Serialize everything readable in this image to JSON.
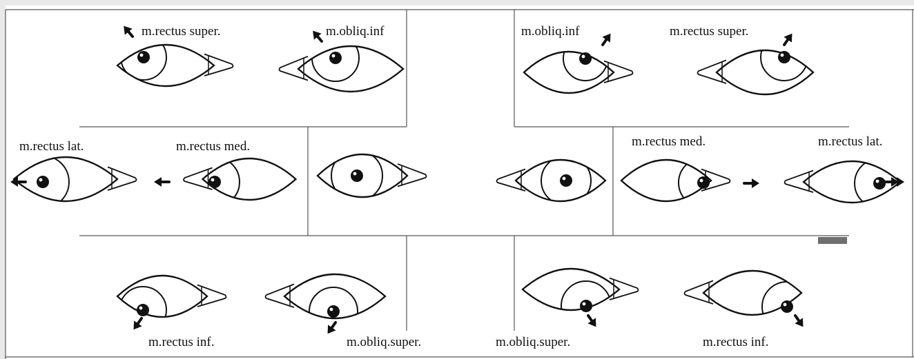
{
  "labels": {
    "top_left_a": "m.rectus super.",
    "top_left_b": "m.obliq.inf",
    "top_right_a": "m.obliq.inf",
    "top_right_b": "m.rectus super.",
    "mid_left_a": "m.rectus lat.",
    "mid_left_b": "m.rectus med.",
    "mid_right_a": "m.rectus med.",
    "mid_right_b": "m.rectus lat.",
    "bot_left_a": "m.rectus inf.",
    "bot_left_b": "m.obliq.super.",
    "bot_right_a": "m.obliq.super.",
    "bot_right_b": "m.rectus inf."
  },
  "colors": {
    "page": "#e9e9e9",
    "panel": "#ffffff",
    "ink": "#111111"
  }
}
